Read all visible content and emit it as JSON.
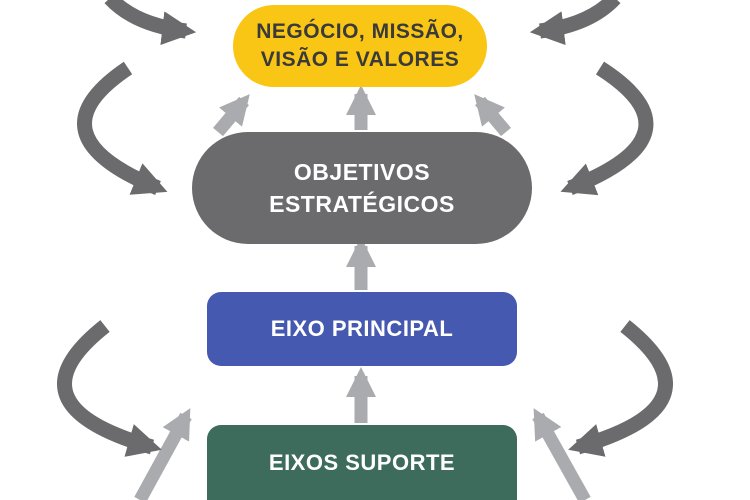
{
  "diagram": {
    "nodes": {
      "mission": {
        "line1": "NEGÓCIO, MISSÃO,",
        "line2": "VISÃO E VALORES",
        "color": "#f9c616"
      },
      "objectives": {
        "line1": "OBJETIVOS",
        "line2": "ESTRATÉGICOS",
        "color": "#6b6b6d"
      },
      "main_axis": {
        "label": "EIXO PRINCIPAL",
        "color": "#4659b0"
      },
      "support_axes": {
        "label": "EIXOS SUPORTE",
        "color": "#3d6b5c"
      }
    },
    "colors": {
      "cycle_arrow": "#6b6b6d",
      "flow_arrow": "#a9abae"
    }
  }
}
